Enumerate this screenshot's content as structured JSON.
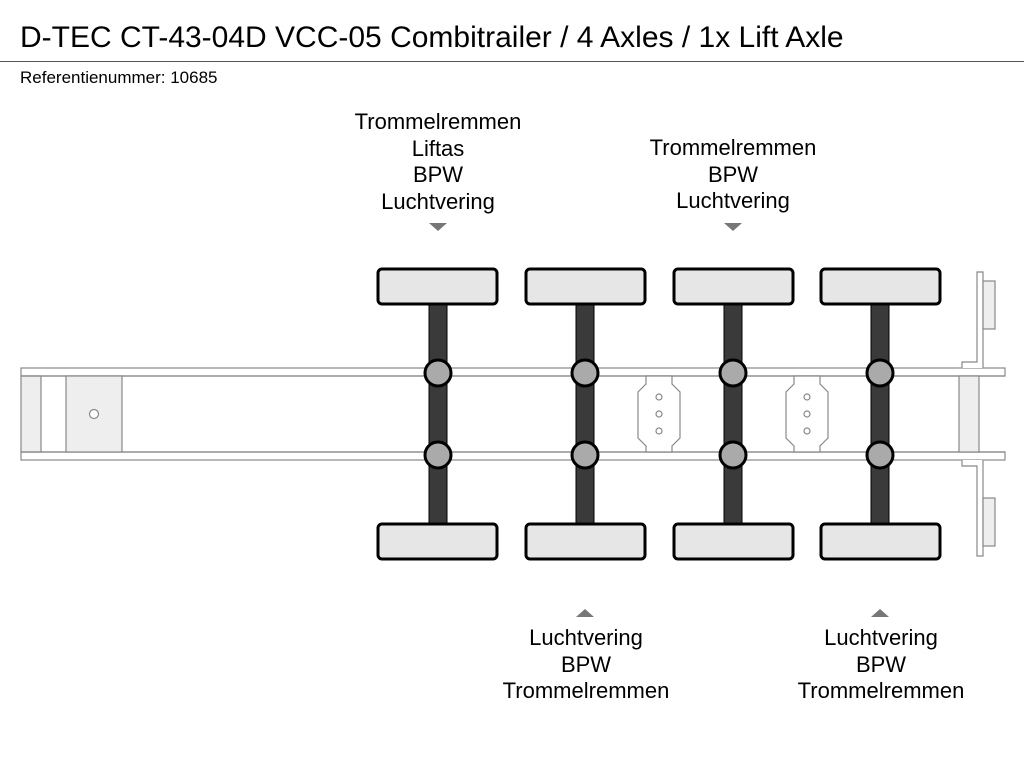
{
  "title": "D-TEC CT-43-04D VCC-05 Combitrailer / 4 Axles / 1x Lift Axle",
  "reference": "Referentienummer: 10685",
  "axle_labels": {
    "axle_1_top": [
      "Trommelremmen",
      "Liftas",
      "BPW",
      "Luchtvering"
    ],
    "axle_3_top": [
      "Trommelremmen",
      "BPW",
      "Luchtvering"
    ],
    "axle_2_bottom": [
      "Luchtvering",
      "BPW",
      "Trommelremmen"
    ],
    "axle_4_bottom": [
      "Luchtvering",
      "BPW",
      "Trommelremmen"
    ]
  },
  "diagram": {
    "axle_count": 4,
    "lift_axle": 1,
    "colors": {
      "tire_fill": "#e6e6e6",
      "axle_shaft": "#3a3a3a",
      "hub_fill": "#aaaaaa",
      "frame_stroke": "#888888",
      "arrow_fill": "#777777"
    }
  }
}
